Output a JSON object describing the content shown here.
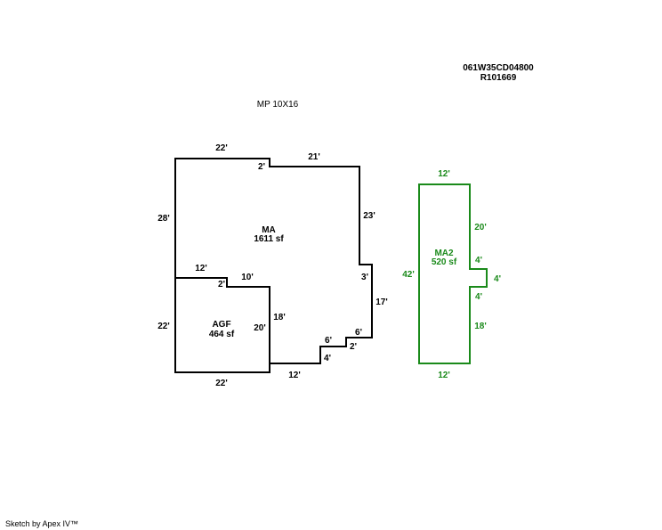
{
  "header": {
    "parcel_id": "061W35CD04800",
    "account": "R101669",
    "note": "MP 10X16"
  },
  "footer": "Sketch by Apex IV™",
  "colors": {
    "main": "#000000",
    "addition": "#1a8a1a"
  },
  "areas": {
    "ma": {
      "name": "MA",
      "area": "1611 sf"
    },
    "agf": {
      "name": "AGF",
      "area": "464 sf"
    },
    "ma2": {
      "name": "MA2",
      "area": "520 sf"
    }
  },
  "dimensions": {
    "ma_top_left": "22'",
    "ma_step_top": "2'",
    "ma_top_right": "21'",
    "ma_left": "28'",
    "ma_right_upper": "23'",
    "ma_right_step": "3'",
    "ma_right_lower": "17'",
    "ma_inner_top": "12'",
    "ma_inner_step": "2'",
    "ma_inner_top2": "10'",
    "ma_inner_right": "18'",
    "ma_bottom": "12'",
    "ma_step_v1": "4'",
    "ma_step_h1": "6'",
    "ma_step_v2": "2'",
    "ma_step_h2": "6'",
    "agf_left": "22'",
    "agf_bottom": "22'",
    "agf_right": "20'",
    "ma2_top": "12'",
    "ma2_left": "42'",
    "ma2_right_upper": "20'",
    "ma2_bump_top": "4'",
    "ma2_bump_depth": "4'",
    "ma2_bump_bottom": "4'",
    "ma2_right_lower": "18'",
    "ma2_bottom": "12'"
  }
}
